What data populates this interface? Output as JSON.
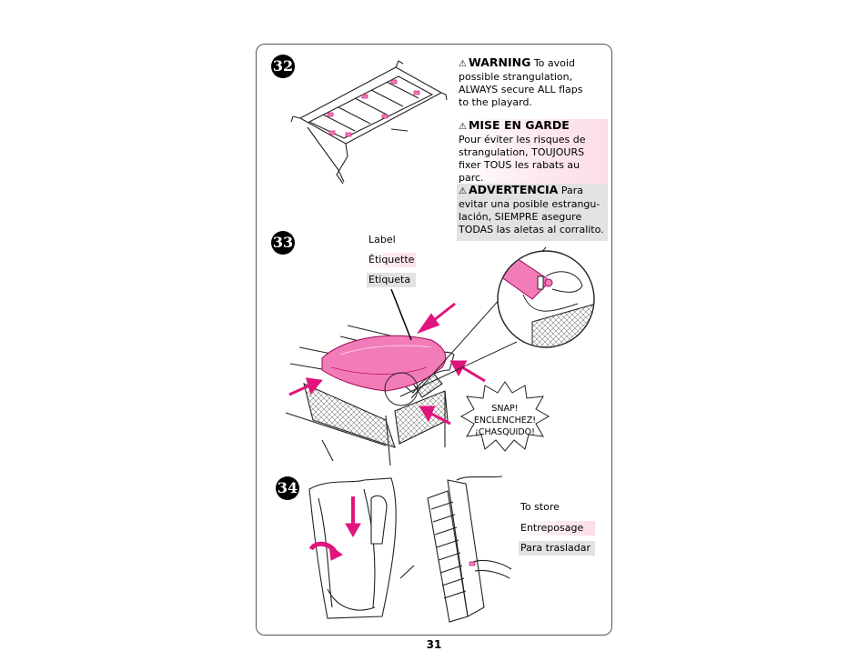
{
  "page_number": "31",
  "steps": {
    "step32": "32",
    "step33": "33",
    "step34": "34"
  },
  "warnings": {
    "en": {
      "head": "WARNING",
      "body_inline": "To avoid",
      "lines": [
        "possible strangulation,",
        "ALWAYS secure ALL flaps",
        "to the playard."
      ]
    },
    "fr": {
      "head": "MISE EN GARDE",
      "lines": [
        "Pour éviter les risques de",
        "strangulation, TOUJOURS",
        "fixer TOUS les rabats au parc."
      ]
    },
    "es": {
      "head": "ADVERTENCIA",
      "body_inline": "Para",
      "lines": [
        "evitar una posible estrangu-",
        "lación, SIEMPRE asegure",
        "TODAS las aletas al corralito."
      ]
    },
    "icon": "warning-triangle-icon"
  },
  "label_callout": {
    "en": "Label",
    "fr": "Étiquette",
    "es": "Etiqueta"
  },
  "snap_burst": {
    "lines": [
      "SNAP!",
      "ENCLENCHEZ!",
      "¡CHASQUIDO!"
    ]
  },
  "store_callout": {
    "en": "To store",
    "fr": "Entreposage",
    "es": "Para trasladar"
  },
  "colors": {
    "accent_magenta": "#e0147c",
    "pink_fill": "#f27cb8",
    "pink_bg": "#fbdde9",
    "gray_bg": "#e2e2e2"
  }
}
